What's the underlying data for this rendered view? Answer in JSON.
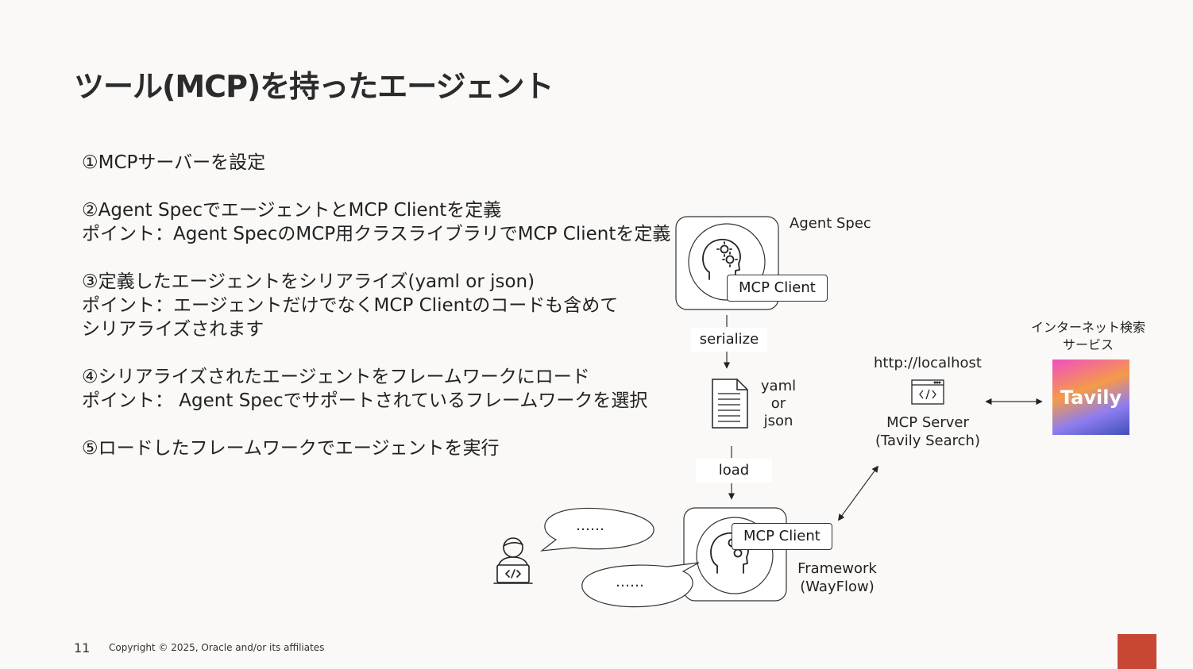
{
  "slide": {
    "title": "ツール(MCP)を持ったエージェント",
    "page_number": "11",
    "copyright": "Copyright © 2025, Oracle and/or its affiliates"
  },
  "steps": {
    "s1": "①MCPサーバーを設定",
    "s2": "②Agent SpecでエージェントとMCP Clientを定義",
    "s2_point": "ポイント：Agent SpecのMCP用クラスライブラリでMCP Clientを定義",
    "s3": "③定義したエージェントをシリアライズ(yaml or json)",
    "s3_point": "ポイント：エージェントだけでなくMCP Clientのコードも含めてシリアライズされます",
    "s4": "④シリアライズされたエージェントをフレームワークにロード",
    "s4_point": "ポイント： Agent Specでサポートされているフレームワークを選択",
    "s5": "⑤ロードしたフレームワークでエージェントを実行"
  },
  "diagram": {
    "agent_spec_label": "Agent Spec",
    "mcp_client_top": "MCP Client",
    "serialize_label": "serialize",
    "file_label_1": "yaml",
    "file_label_2": "or",
    "file_label_3": "json",
    "load_label": "load",
    "mcp_client_bottom": "MCP Client",
    "framework_label_1": "Framework",
    "framework_label_2": "(WayFlow)",
    "server_url": "http://localhost",
    "server_label_1": "MCP Server",
    "server_label_2": "(Tavily Search)",
    "service_label_1": "インターネット検索",
    "service_label_2": "サービス",
    "tavily_logo_text": "Tavily",
    "bubble_text_1": "……",
    "bubble_text_2": "……"
  },
  "colors": {
    "background": "#faf9f7",
    "oracle_red": "#c74634",
    "line": "#333333"
  },
  "icons": [
    "agent-head-gears-icon",
    "document-icon",
    "code-window-icon",
    "user-laptop-icon",
    "oracle-logo-icon",
    "tavily-logo"
  ]
}
